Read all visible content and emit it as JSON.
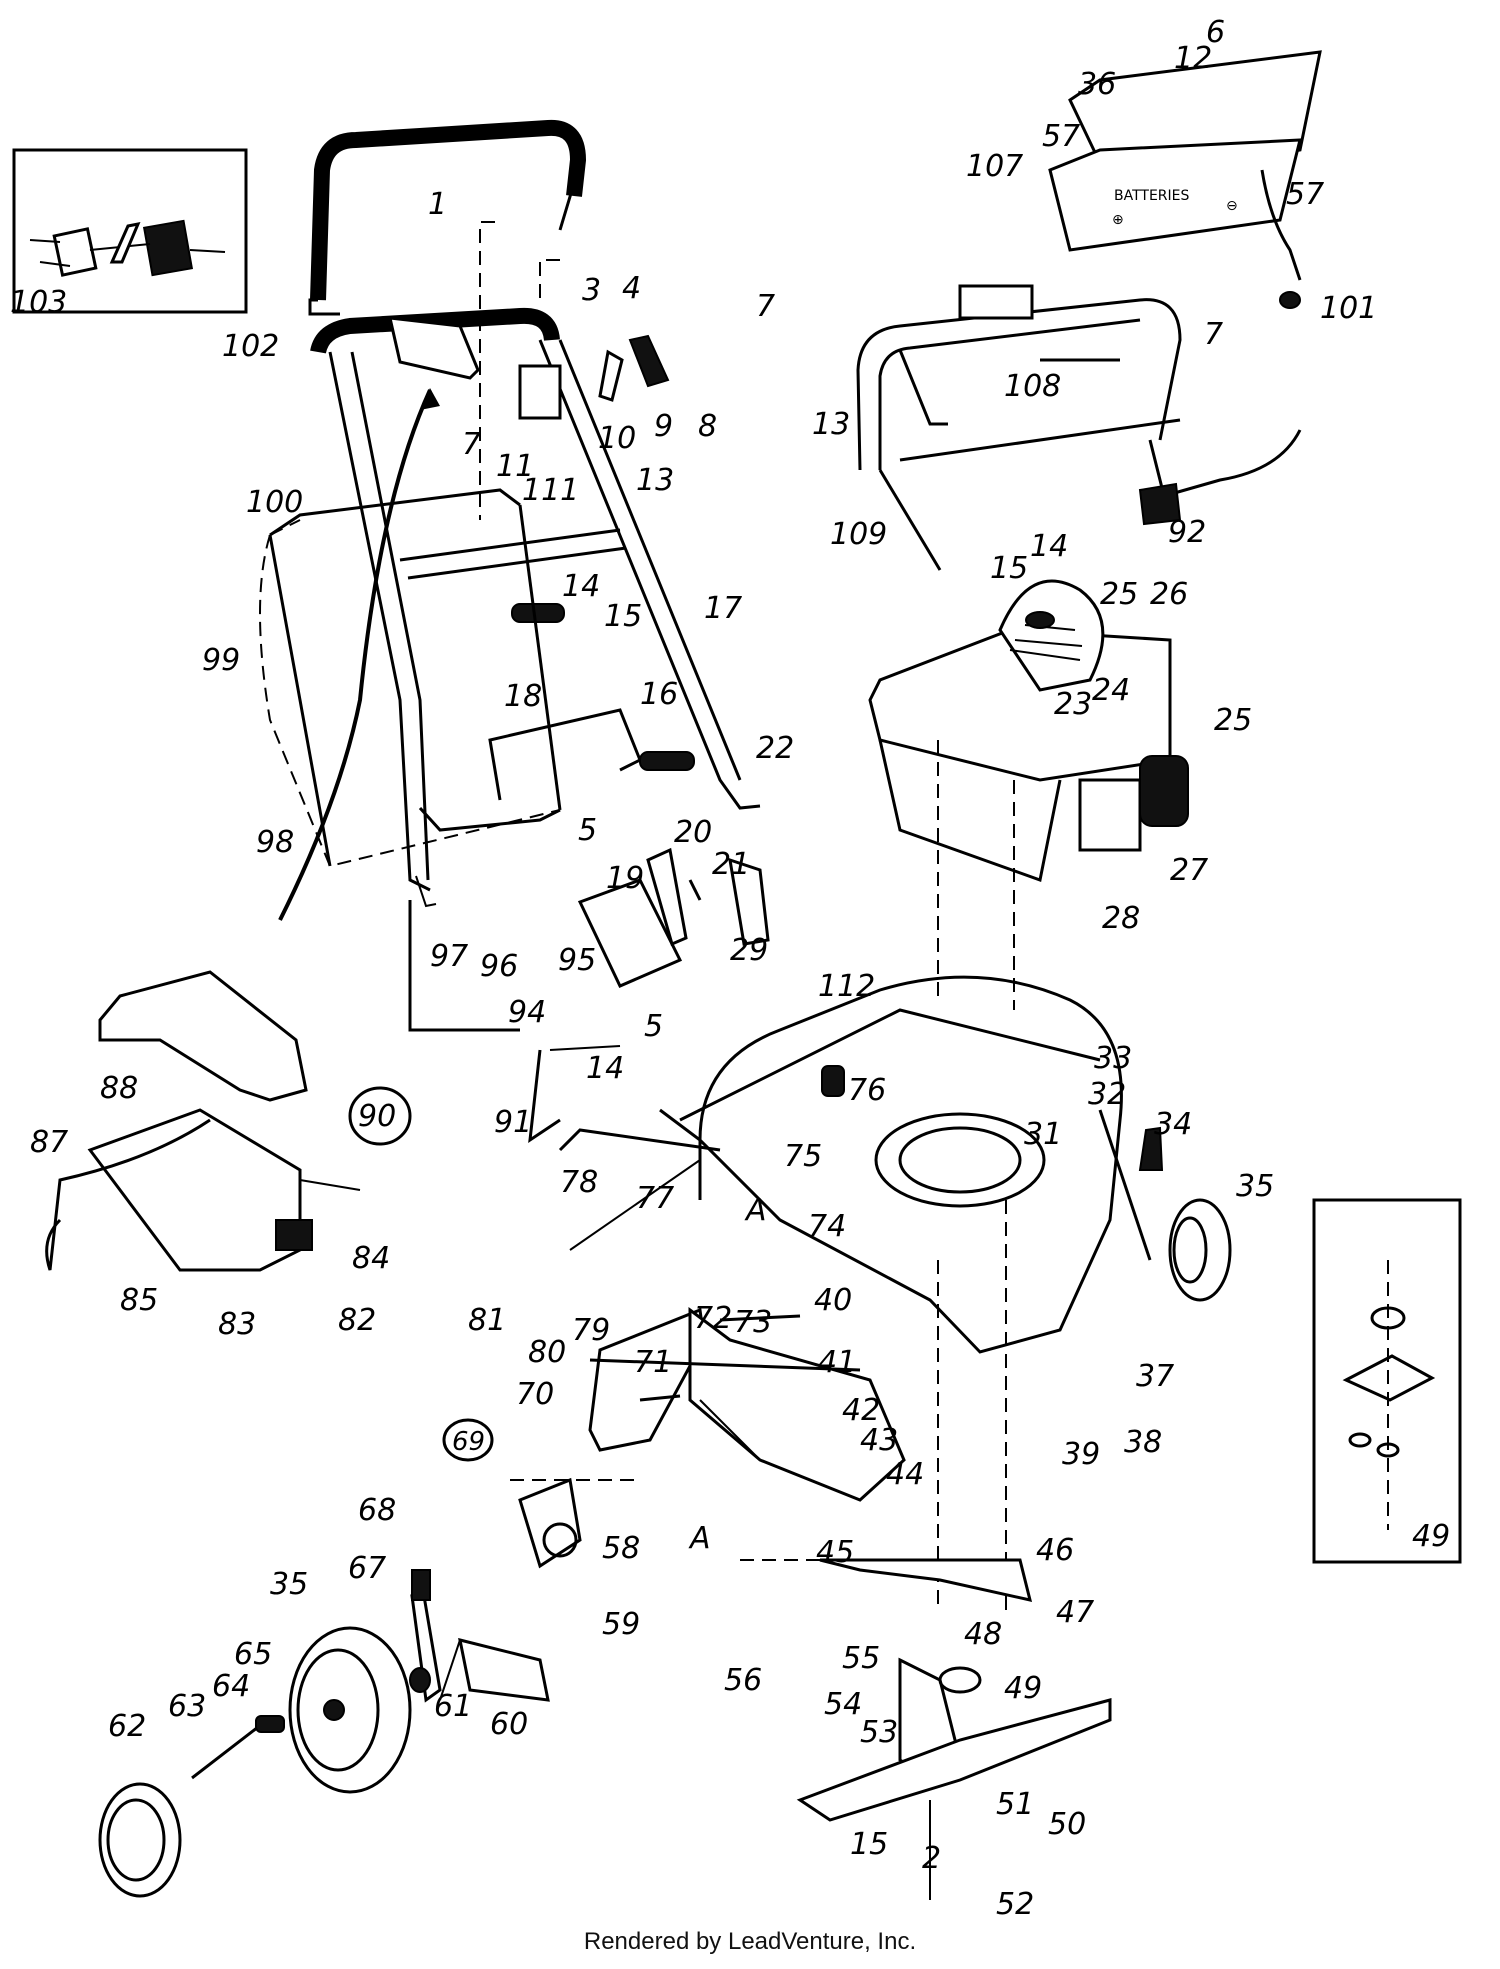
{
  "footer": {
    "text": "Rendered by LeadVenture, Inc."
  },
  "battery_box_text": "BATTERIES",
  "battery_terminals": {
    "plus": "⊕",
    "minus": "⊖"
  },
  "callouts": {
    "c1": "1",
    "c2": "2",
    "c3": "3",
    "c4": "4",
    "c5a": "5",
    "c5b": "5",
    "c6": "6",
    "c7a": "7",
    "c7b": "7",
    "c7c": "7",
    "c8": "8",
    "c9": "9",
    "c10": "10",
    "c11": "11",
    "c12": "12",
    "c13a": "13",
    "c13b": "13",
    "c14a": "14",
    "c14b": "14",
    "c14c": "14",
    "c15a": "15",
    "c15b": "15",
    "c15c": "15",
    "c16": "16",
    "c17": "17",
    "c18": "18",
    "c19": "19",
    "c20": "20",
    "c21": "21",
    "c22": "22",
    "c23": "23",
    "c24": "24",
    "c25a": "25",
    "c25b": "25",
    "c26": "26",
    "c27": "27",
    "c28": "28",
    "c29": "29",
    "c31": "31",
    "c32": "32",
    "c33": "33",
    "c34": "34",
    "c35a": "35",
    "c35b": "35",
    "c36": "36",
    "c37": "37",
    "c38": "38",
    "c39": "39",
    "c40": "40",
    "c41": "41",
    "c42": "42",
    "c43": "43",
    "c44": "44",
    "c45": "45",
    "c46": "46",
    "c47": "47",
    "c48": "48",
    "c49a": "49",
    "c49b": "49",
    "c50": "50",
    "c51": "51",
    "c52": "52",
    "c53": "53",
    "c54": "54",
    "c55": "55",
    "c56": "56",
    "c57a": "57",
    "c57b": "57",
    "c58": "58",
    "c59": "59",
    "c60": "60",
    "c61": "61",
    "c62": "62",
    "c63": "63",
    "c64": "64",
    "c65": "65",
    "c67": "67",
    "c68": "68",
    "c69": "69",
    "c70": "70",
    "c71": "71",
    "c72": "72",
    "c73": "73",
    "c74": "74",
    "c75": "75",
    "c76": "76",
    "c77": "77",
    "c78": "78",
    "c79": "79",
    "c80": "80",
    "c81": "81",
    "c82": "82",
    "c83": "83",
    "c84": "84",
    "c85": "85",
    "c87": "87",
    "c88": "88",
    "c90": "90",
    "c91": "91",
    "c92": "92",
    "c94": "94",
    "c95": "95",
    "c96": "96",
    "c97": "97",
    "c98": "98",
    "c99": "99",
    "c100": "100",
    "c101": "101",
    "c102": "102",
    "c103": "103",
    "c107": "107",
    "c108": "108",
    "c109": "109",
    "c111": "111",
    "c112": "112",
    "refA1": "A",
    "refA2": "A"
  }
}
